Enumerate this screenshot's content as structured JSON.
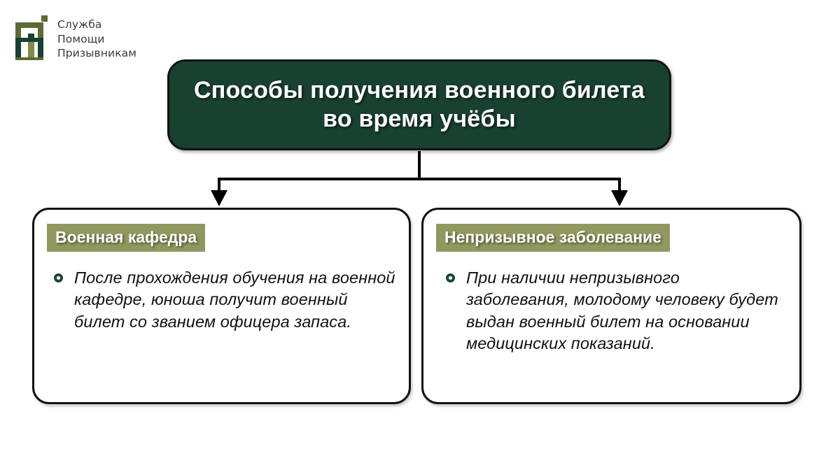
{
  "logo": {
    "mark_name": "sluzhba-pomoshchi-prizyvnikam-logo",
    "line1": "Служба",
    "line2": "Помощи",
    "line3": "Призывникам",
    "mark_colors": {
      "outer": "#5C6B33",
      "inner_dark": "#17412F",
      "accent": "#7F8B46"
    }
  },
  "title": {
    "text": "Способы получения военного билета во время учёбы",
    "bg": "#18412F",
    "fg": "#FFFFFF"
  },
  "connector": {
    "stem_color": "#000000",
    "arrow_color": "#000000"
  },
  "cards": [
    {
      "header": "Военная кафедра",
      "header_bg": "#91985F",
      "bullet_color": "#1B4A36",
      "body": "После прохождения обучения на военной кафедре, юноша получит военный билет со званием офицера запаса."
    },
    {
      "header": "Непризывное заболевание",
      "header_bg": "#91985F",
      "bullet_color": "#1B4A36",
      "body": "При наличии непризывного заболевания, молодому человеку будет выдан военный билет на основании медицинских показаний."
    }
  ]
}
